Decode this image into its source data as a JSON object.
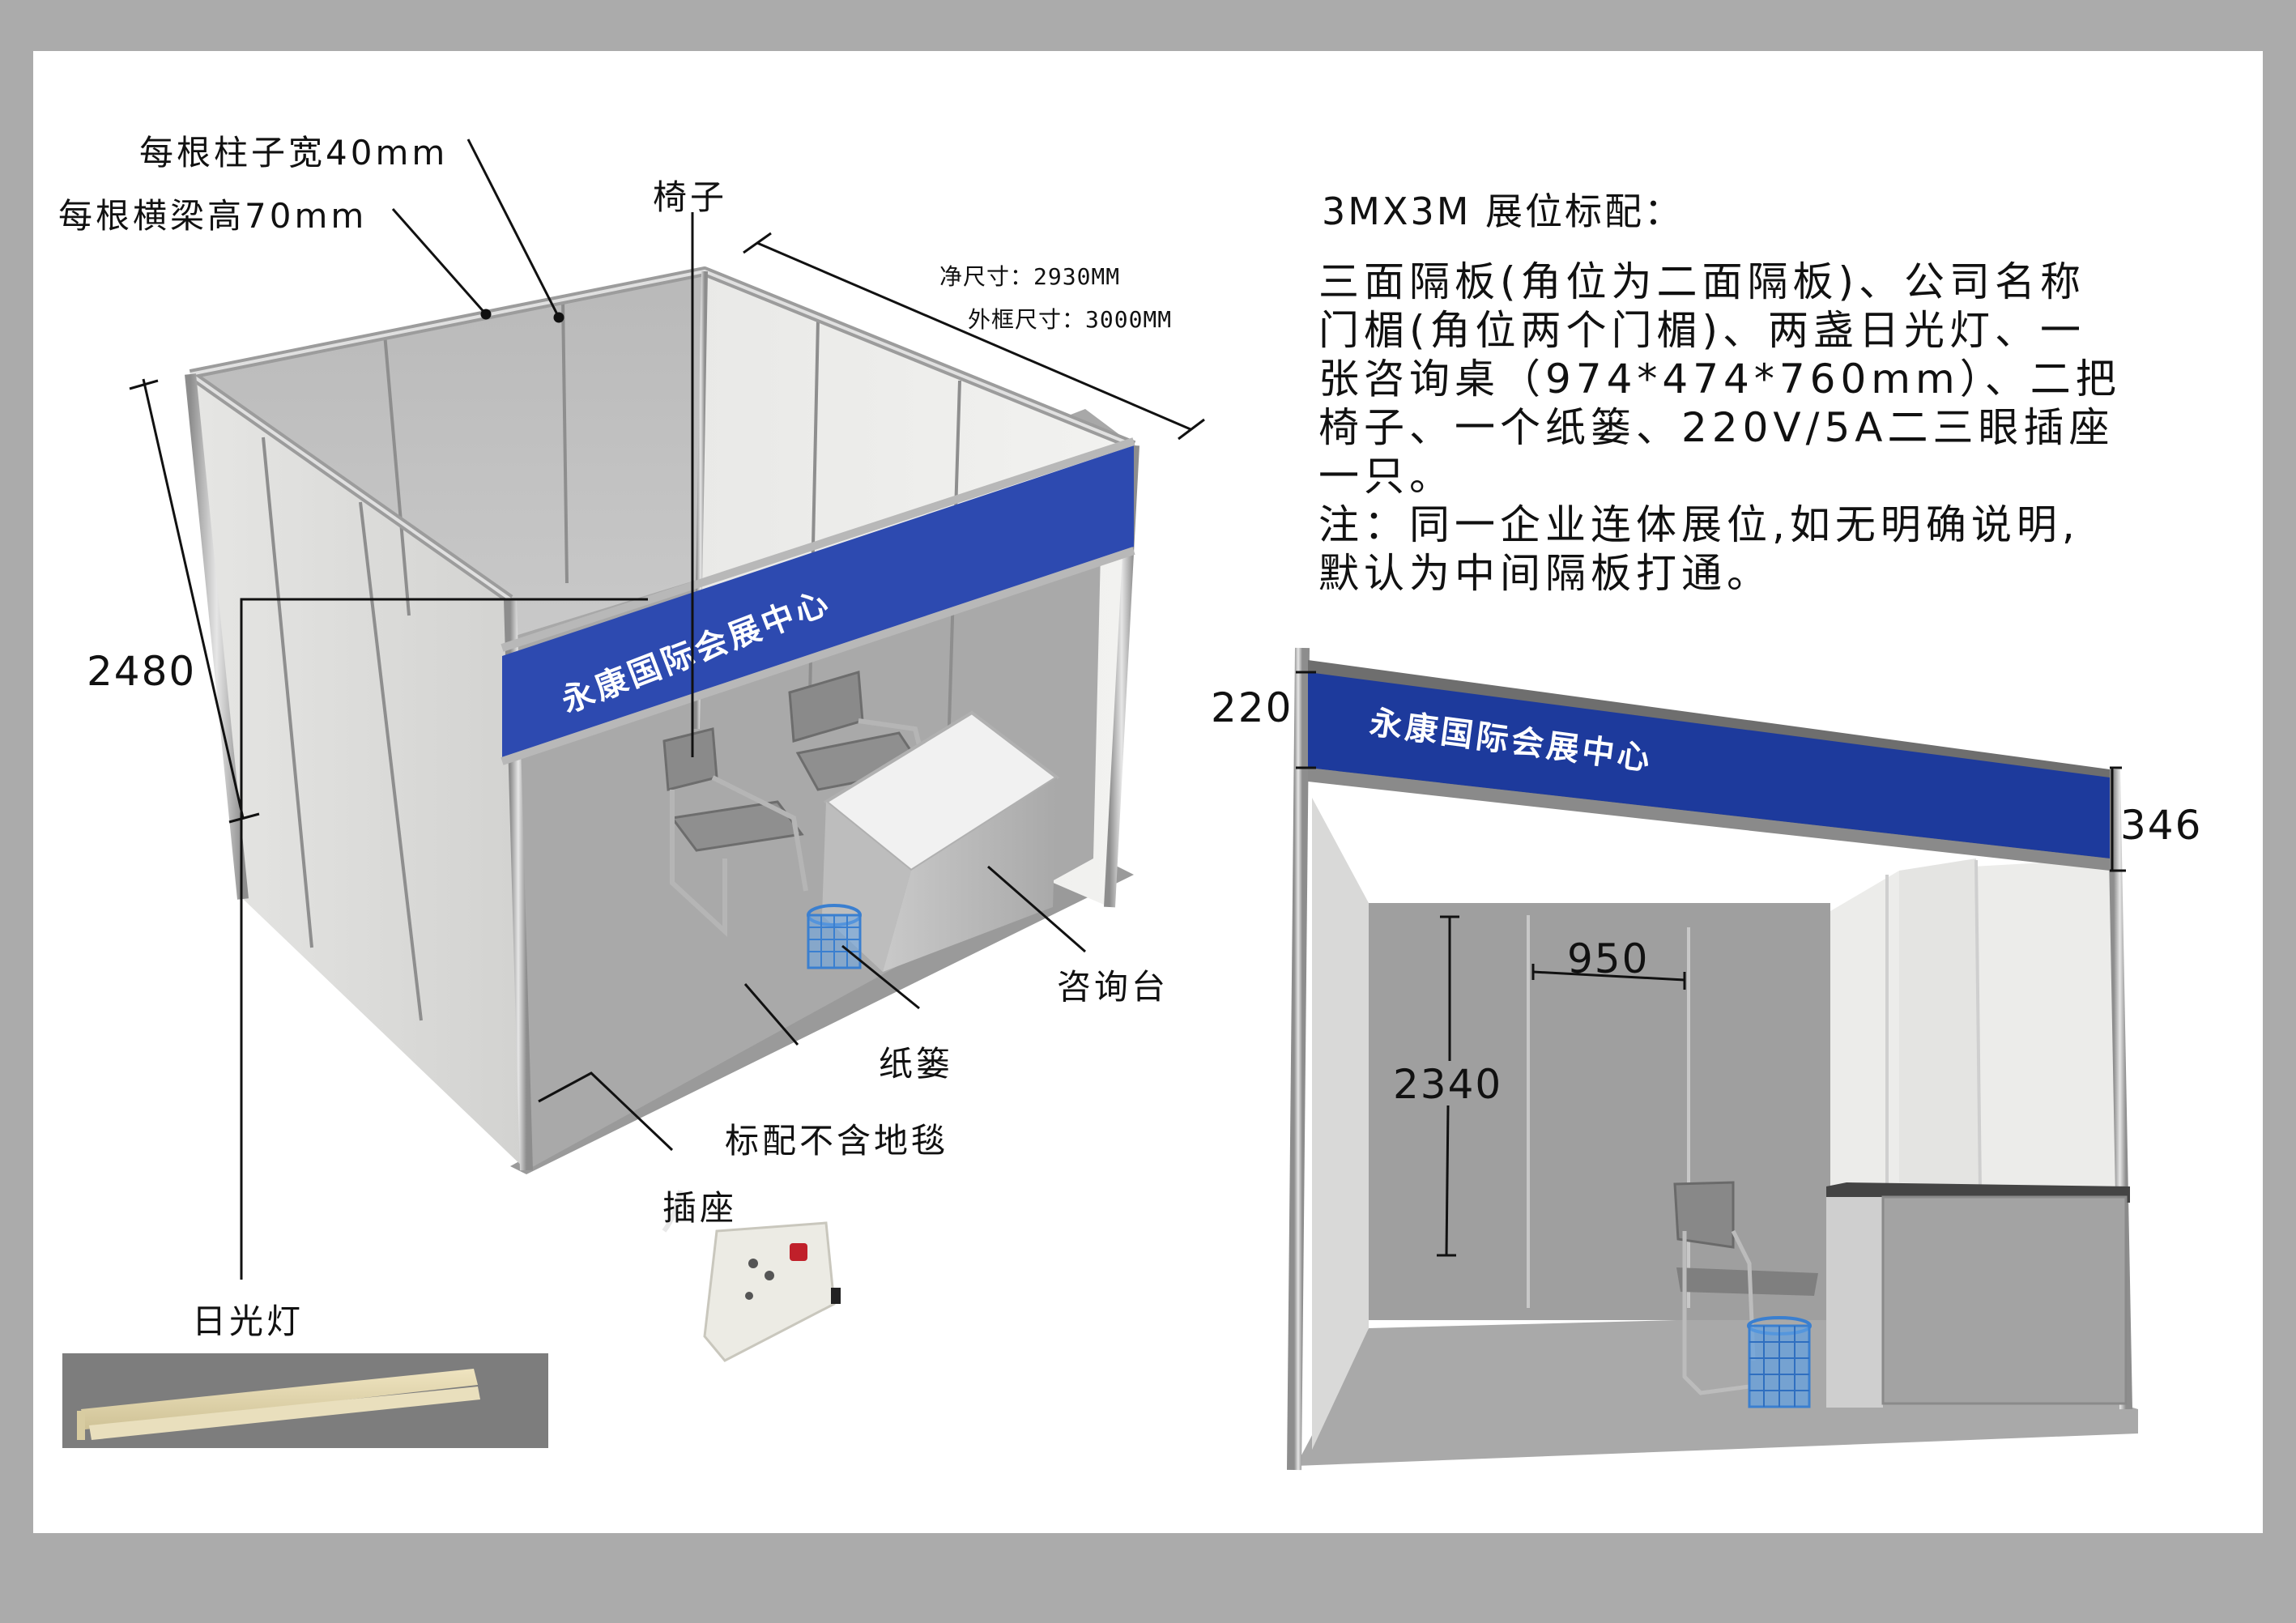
{
  "page": {
    "background_color": "#ababab",
    "sheet_color": "#ffffff",
    "fascia_color": "#2d4ab0"
  },
  "left_drawing": {
    "callouts": {
      "column_width": "每根柱子宽40mm",
      "beam_height": "每根横梁高70mm",
      "chair": "椅子",
      "net_size": "净尺寸：2930MM",
      "outer_size": "外框尺寸：3000MM",
      "height_dim": "2480",
      "desk": "咨询台",
      "wastebasket": "纸篓",
      "no_carpet": "标配不含地毯",
      "socket": "插座",
      "fluorescent_lamp": "日光灯"
    },
    "fascia_text": "永康国际会展中心"
  },
  "right_drawing": {
    "fascia_text": "永康国际会展中心",
    "dims": {
      "fascia_top": "220",
      "fascia_height": "346",
      "panel_width": "950",
      "panel_height": "2340"
    }
  },
  "spec": {
    "title": "3MX3M 展位标配：",
    "lines": [
      "三面隔板(角位为二面隔板)、公司名称",
      "门楣(角位两个门楣)、两盏日光灯、一",
      "张咨询桌（974*474*760mm）、二把",
      "椅子、一个纸篓、220V/5A二三眼插座",
      "一只。",
      "注：同一企业连体展位,如无明确说明,",
      "默认为中间隔板打通。"
    ]
  }
}
